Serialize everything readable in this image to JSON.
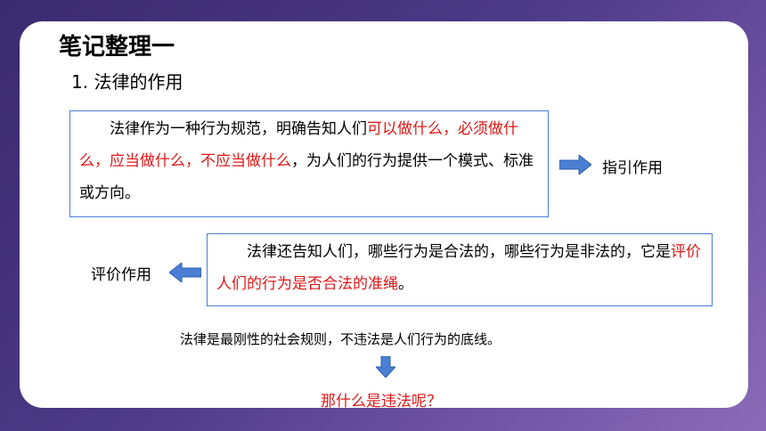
{
  "heading": {
    "title": "笔记整理一",
    "subtitle": "1. 法律的作用"
  },
  "box1": {
    "part1": "法律作为一种行为规范，明确告知人们",
    "red": "可以做什么，必须做什么，应当做什么，不应当做什么",
    "part2": "，为人们的行为提供一个模式、标准或方向。"
  },
  "label_right": "指引作用",
  "box2": {
    "part1": "法律还告知人们，哪些行为是合法的，哪些行为是非法的，它是",
    "red": "评价人们的行为是否合法的准绳",
    "part2": "。"
  },
  "label_left": "评价作用",
  "note": "法律是最刚性的社会规则，不违法是人们行为的底线。",
  "question": "那什么是违法呢？",
  "colors": {
    "accent_blue": "#4a7fd4",
    "highlight_red": "#e01818"
  }
}
